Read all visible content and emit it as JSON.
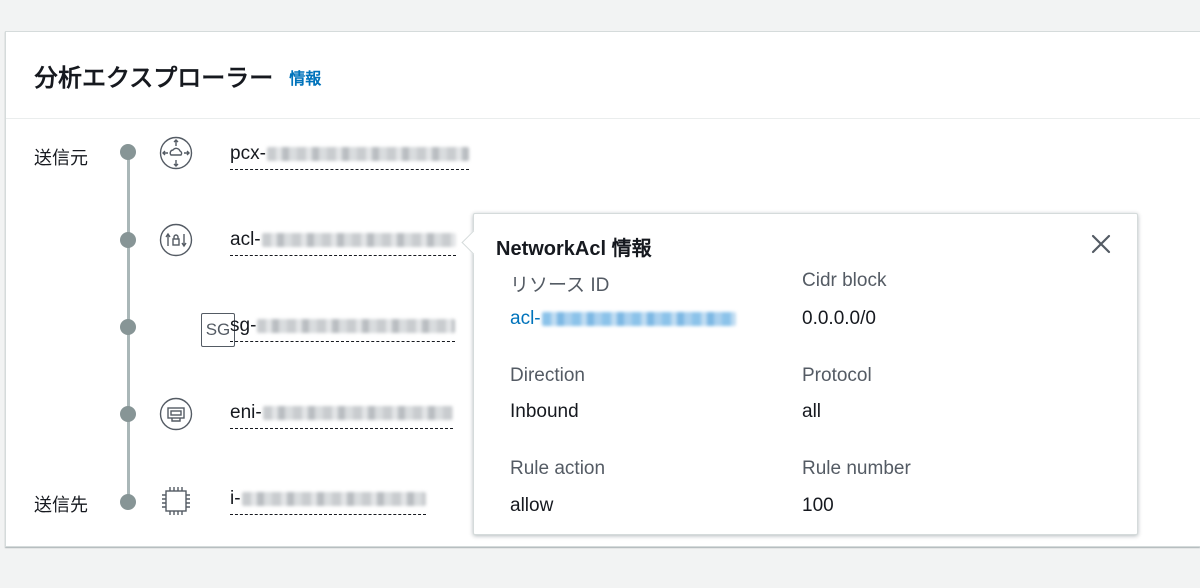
{
  "header": {
    "title": "分析エクスプローラー",
    "info_link": "情報"
  },
  "path": {
    "source_label": "送信元",
    "destination_label": "送信先",
    "nodes": [
      {
        "label": "pcx-",
        "icon": "peering-connection-icon"
      },
      {
        "label": "acl-",
        "icon": "network-acl-icon"
      },
      {
        "label": "sg-",
        "icon": "security-group-icon",
        "badge": "SG"
      },
      {
        "label": "eni-",
        "icon": "network-interface-icon"
      },
      {
        "label": "i-",
        "icon": "ec2-instance-icon"
      }
    ]
  },
  "popover": {
    "title": "NetworkAcl 情報",
    "fields": {
      "resource_id_key": "リソース ID",
      "resource_id_value": "acl-",
      "cidr_key": "Cidr block",
      "cidr_value": "0.0.0.0/0",
      "direction_key": "Direction",
      "direction_value": "Inbound",
      "protocol_key": "Protocol",
      "protocol_value": "all",
      "rule_action_key": "Rule action",
      "rule_action_value": "allow",
      "rule_number_key": "Rule number",
      "rule_number_value": "100"
    }
  },
  "colors": {
    "link": "#0073bb",
    "text": "#16191f",
    "muted": "#545b64",
    "path_line": "#aab7b8"
  }
}
